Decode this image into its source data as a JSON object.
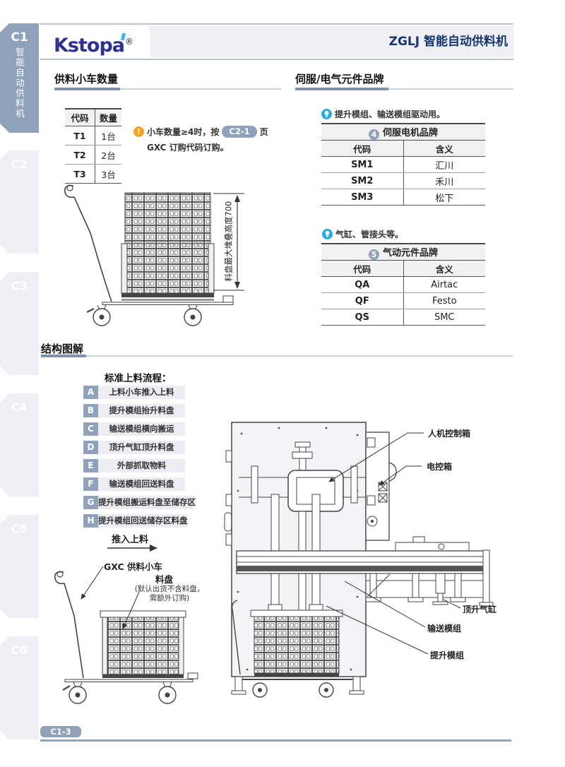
{
  "sidebar": {
    "tabs": [
      {
        "code": "C1",
        "title": "智能自动供料机",
        "active": true
      },
      {
        "code": "C2"
      },
      {
        "code": "C3"
      },
      {
        "code": "C4"
      },
      {
        "code": "C5"
      },
      {
        "code": "C6"
      }
    ]
  },
  "header": {
    "logo": "Kstopa",
    "reg": "®",
    "title": "ZGLJ 智能自动供料机"
  },
  "s1": {
    "title": "供料小车数量",
    "table": {
      "headers": [
        "代码",
        "数量"
      ],
      "rows": [
        [
          "T1",
          "1台"
        ],
        [
          "T2",
          "2台"
        ],
        [
          "T3",
          "3台"
        ]
      ]
    },
    "note": {
      "pre": "小车数量≥4时，按",
      "badge": "C2-1",
      "post": "页",
      "line2": "GXC 订购代码订购。"
    },
    "dim_label": "料盘最大堆叠高度700"
  },
  "s2": {
    "title": "伺服/电气元件品牌",
    "groups": [
      {
        "note": "提升模组、输送模组驱动用。",
        "num": "4",
        "table_title": "伺服电机品牌",
        "headers": [
          "代码",
          "含义"
        ],
        "rows": [
          [
            "SM1",
            "汇川"
          ],
          [
            "SM2",
            "禾川"
          ],
          [
            "SM3",
            "松下"
          ]
        ]
      },
      {
        "note": "气缸、管接头等。",
        "num": "5",
        "table_title": "气动元件品牌",
        "headers": [
          "代码",
          "含义"
        ],
        "rows": [
          [
            "QA",
            "Airtac"
          ],
          [
            "QF",
            "Festo"
          ],
          [
            "QS",
            "SMC"
          ]
        ]
      }
    ]
  },
  "s3": {
    "title": "结构图解",
    "flow_title": "标准上料流程：",
    "steps": [
      {
        "key": "A",
        "text": "上料小车推入上料"
      },
      {
        "key": "B",
        "text": "提升模组抬升料盘"
      },
      {
        "key": "C",
        "text": "输送模组横向搬运"
      },
      {
        "key": "D",
        "text": "顶升气缸顶升料盘"
      },
      {
        "key": "E",
        "text": "外部抓取物料"
      },
      {
        "key": "F",
        "text": "输送模组回送料盘"
      },
      {
        "key": "G",
        "text": "提升模组搬运料盘至储存区"
      },
      {
        "key": "H",
        "text": "提升模组回送储存区料盘"
      }
    ],
    "push_label": "推入上料",
    "cart_label": "GXC 供料小车",
    "tray_label": "料盘",
    "tray_note1": "(默认出货不含料盘，",
    "tray_note2": "需额外订购)",
    "labels": {
      "hmi": "人机控制箱",
      "ecb": "电控箱",
      "jack": "顶升气缸",
      "conveyor": "输送模组",
      "lift": "提升模组"
    }
  },
  "footer": {
    "page": "C1-3"
  },
  "colors": {
    "accent": "#8FA2BA",
    "navy": "#16356E",
    "logo": "#2E3192",
    "logo_accent": "#3FB6E8",
    "warning": "#F6A21C",
    "info": "#29ACE2"
  }
}
